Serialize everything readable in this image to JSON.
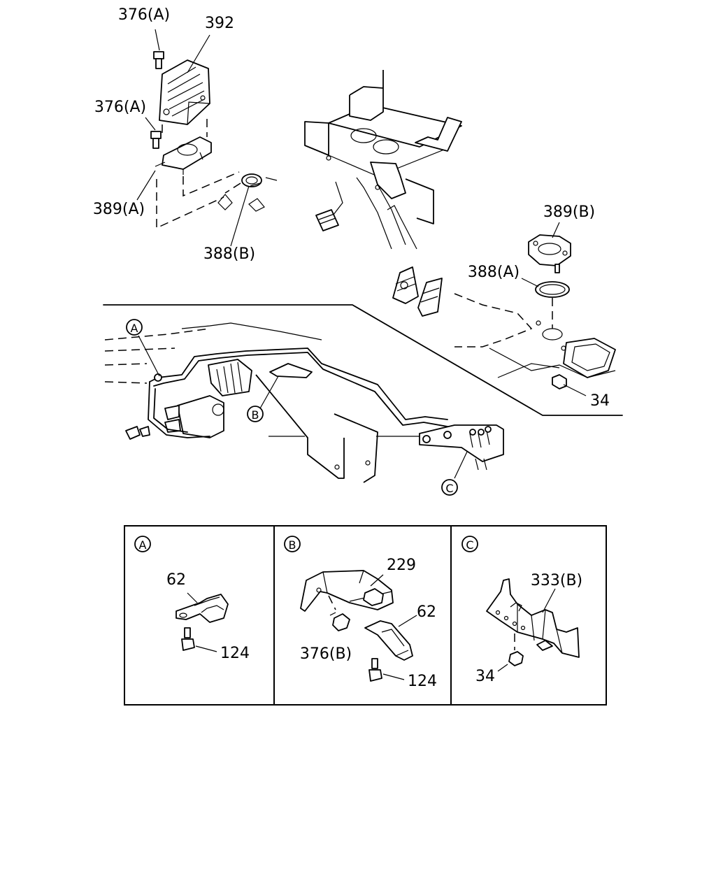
{
  "callouts": {
    "c376a_top": "376(A)",
    "c392": "392",
    "c376a_mid": "376(A)",
    "c389a": "389(A)",
    "c388b": "388(B)",
    "c389b": "389(B)",
    "c388a": "388(A)",
    "c34_main": "34",
    "circle_a": "A",
    "circle_b": "B",
    "circle_c": "C"
  },
  "details": {
    "a": {
      "letter": "A",
      "clip": "62",
      "bolt": "124"
    },
    "b": {
      "letter": "B",
      "bracket": "229",
      "clip": "62",
      "bolt_b": "376(B)",
      "bolt": "124"
    },
    "c": {
      "letter": "C",
      "bracket": "333(B)",
      "nut": "34"
    }
  }
}
